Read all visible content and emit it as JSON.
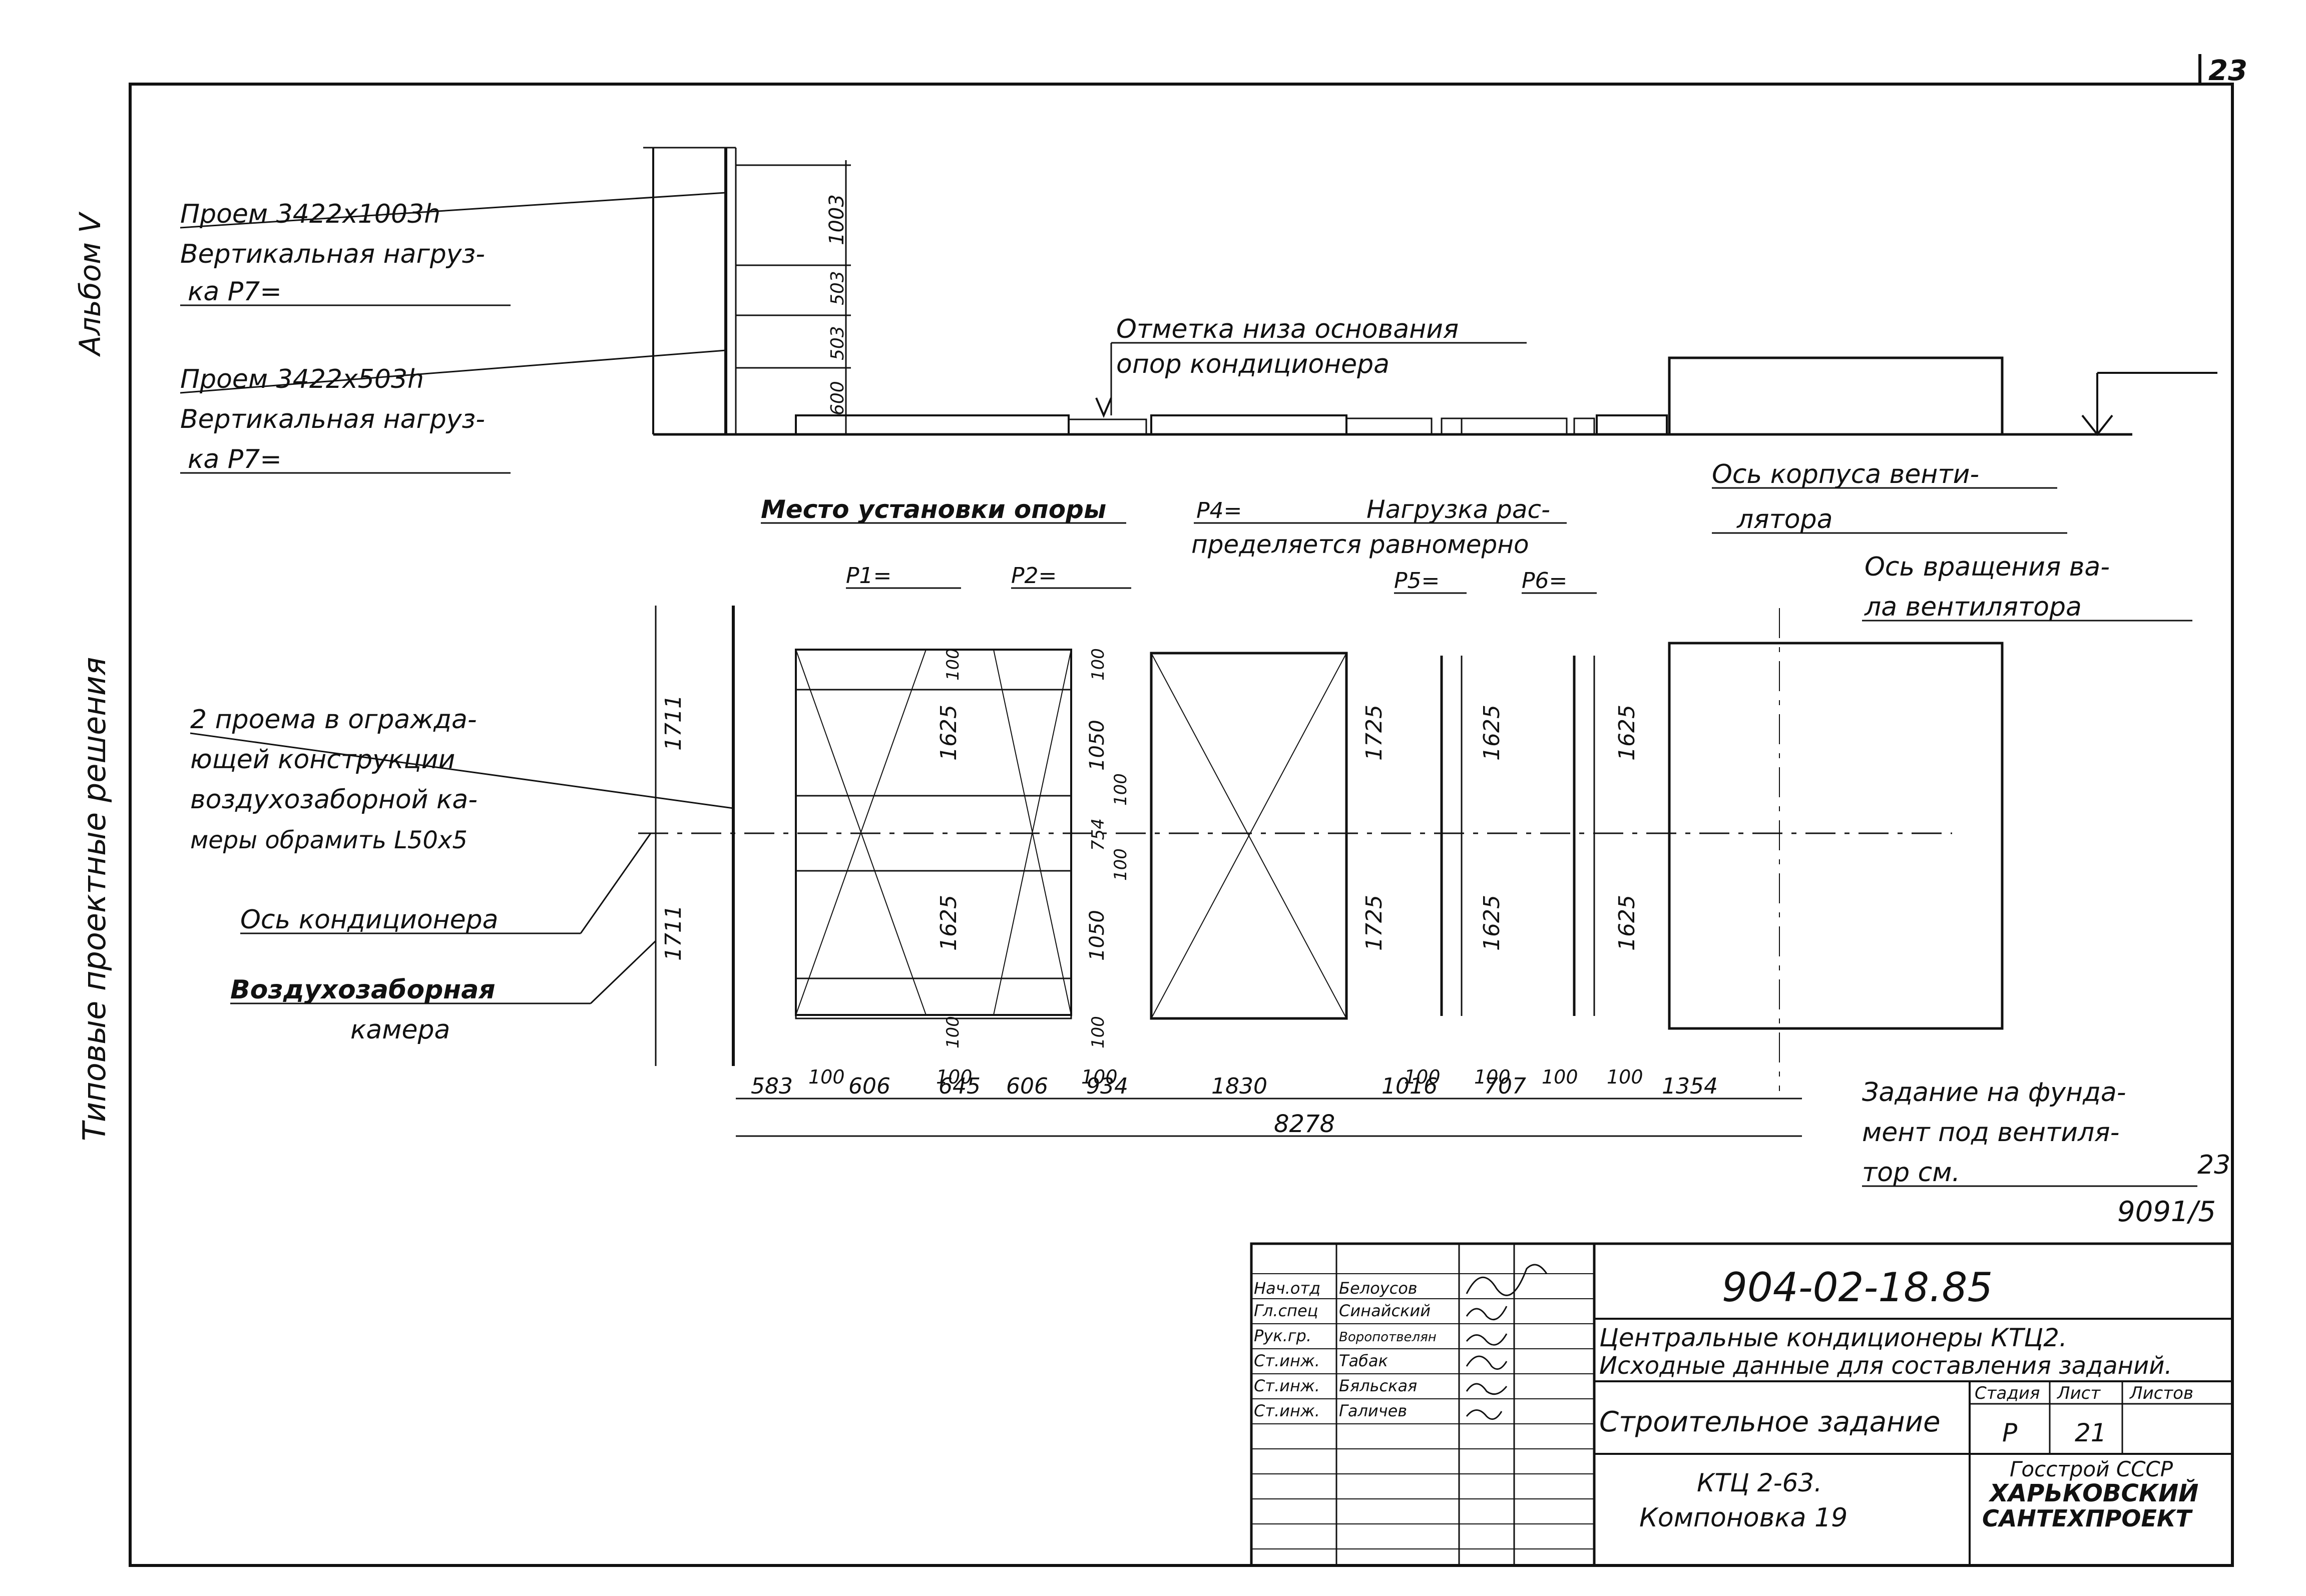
{
  "page_number": "23",
  "side_labels": {
    "album": "Альбом V",
    "series": "Типовые проектные решения"
  },
  "elevation": {
    "opening_upper_1": "Проем 3422х1003h",
    "opening_upper_2": "Вертикальная нагруз-",
    "opening_upper_3": "ка P7=",
    "opening_lower_1": "Проем 3422х503h",
    "opening_lower_2": "Вертикальная нагруз-",
    "opening_lower_3": "ка P7=",
    "dim_1003": "1003",
    "dim_503a": "503",
    "dim_503b": "503",
    "dim_600": "600",
    "mark_note_1": "Отметка низа основания",
    "mark_note_2": "опор кондиционера"
  },
  "plan": {
    "support_place": "Место установки опоры",
    "p1": "P1=",
    "p2": "P2=",
    "p4": "P4=",
    "load_note_1": "Нагрузка рас-",
    "load_note_2": "пределяется равномерно",
    "p5": "P5=",
    "p6": "P6=",
    "fan_axis_1": "Ось корпуса венти-",
    "fan_axis_2": "лятора",
    "shaft_axis_1": "Ось вращения ва-",
    "shaft_axis_2": "ла вентилятора",
    "openings_1": "2 проема в огражда-",
    "openings_2": "ющей конструкции",
    "openings_3": "воздухозаборной ка-",
    "openings_4": "меры обрамить L50х5",
    "conditioner_axis": "Ось кондиционера",
    "intake_1": "Воздухозаборная",
    "intake_2": "камера",
    "foundation_1": "Задание на фунда-",
    "foundation_2": "мент под вентиля-",
    "foundation_3": "тор см.",
    "foundation_ref": "23",
    "foundation_sheet": "9091/5",
    "dims_vertical": {
      "d1711a": "1711",
      "d1711b": "1711",
      "d1625a": "1625",
      "d1625b": "1625",
      "d1050a": "1050",
      "d1050b": "1050",
      "d100a": "100",
      "d100b": "100",
      "d100c": "100",
      "d100d": "100",
      "d100e": "100",
      "d754": "754",
      "d100f": "100",
      "d1725a": "1725",
      "d1725b": "1725",
      "d1625c": "1625",
      "d1625d": "1625",
      "d1625e": "1625",
      "d1625f": "1625"
    },
    "dims_small": [
      "100",
      "100",
      "100",
      "100",
      "100",
      "100",
      "100"
    ],
    "dims_horizontal": [
      "583",
      "606",
      "645",
      "606",
      "934",
      "1830",
      "1016",
      "707",
      "1354"
    ],
    "dim_total": "8278"
  },
  "title_block": {
    "doc_number": "904-02-18.85",
    "title_1": "Центральные кондиционеры КТЦ2.",
    "title_2": "Исходные данные для составления заданий.",
    "sheet_name": "Строительное задание",
    "stage_label": "Стадия",
    "sheet_label": "Лист",
    "sheets_label": "Листов",
    "stage": "Р",
    "sheet": "21",
    "sheets": "",
    "subject_1": "КТЦ 2-63.",
    "subject_2": "Компоновка 19",
    "org_1": "Госстрой СССР",
    "org_2": "ХАРЬКОВСКИЙ",
    "org_3": "САНТЕХПРОЕКТ",
    "staff": [
      {
        "role": "Нач.отд",
        "name": "Белоусов"
      },
      {
        "role": "Гл.спец",
        "name": "Синайский"
      },
      {
        "role": "Рук.гр.",
        "name": "Воропотвелян"
      },
      {
        "role": "Ст.инж.",
        "name": "Табак"
      },
      {
        "role": "Ст.инж.",
        "name": "Бяльская"
      },
      {
        "role": "Ст.инж.",
        "name": "Галичев"
      }
    ]
  }
}
